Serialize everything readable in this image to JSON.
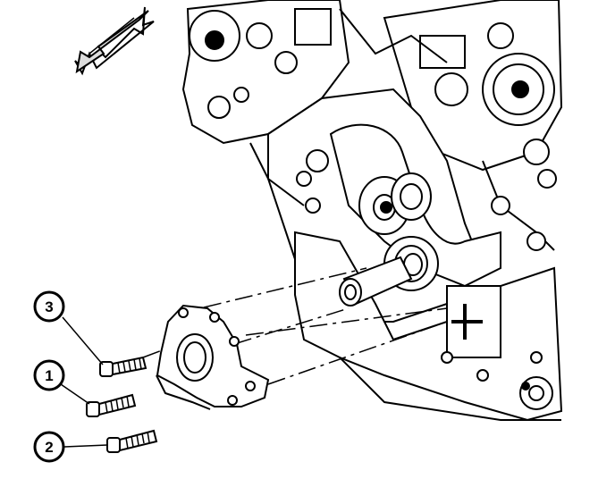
{
  "diagram": {
    "callouts": [
      {
        "id": "callout-3",
        "label": "3"
      },
      {
        "id": "callout-1",
        "label": "1"
      },
      {
        "id": "callout-2",
        "label": "2"
      }
    ],
    "direction_arrow_icon": "front-of-engine-arrow-icon",
    "parts": [
      "engine-block",
      "timing-chain",
      "crankshaft-nose",
      "front-cover",
      "bolt"
    ]
  }
}
